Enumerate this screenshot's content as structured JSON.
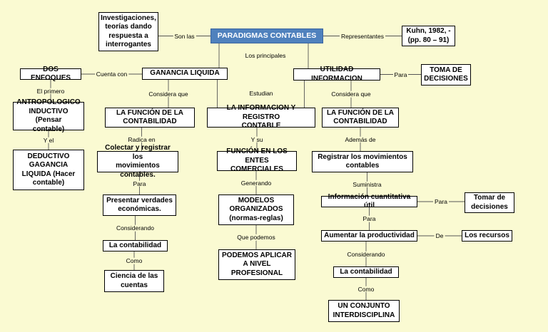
{
  "diagram": {
    "nodes": [
      {
        "id": "paradigmas",
        "text": "PARADIGMAS CONTABLES"
      },
      {
        "id": "investigaciones",
        "text": "Investigaciones,\nteorías dando\nrespuesta a\ninterrogantes"
      },
      {
        "id": "kuhn",
        "text": "Kuhn, 1982, -\n(pp. 80 – 91)"
      },
      {
        "id": "dos_enfoques",
        "text": "DOS ENFOQUES"
      },
      {
        "id": "ganancia",
        "text": "GANANCIA LIQUIDA"
      },
      {
        "id": "utilidad",
        "text": "UTILIDAD INFORMACION"
      },
      {
        "id": "toma1",
        "text": "TOMA DE\nDECISIONES"
      },
      {
        "id": "antropologico",
        "text": "ANTROPOLOGICO\nINDUCTIVO (Pensar\ncontable)"
      },
      {
        "id": "deductivo",
        "text": "DEDUCTIVO\nGAGANCIA\nLIQUIDA (Hacer\ncontable)"
      },
      {
        "id": "funcion_l",
        "text": "LA FUNCIÓN DE LA\nCONTABILIDAD"
      },
      {
        "id": "colectar",
        "text": "Colectar y registrar los\nmovimientos contables."
      },
      {
        "id": "presentar",
        "text": "Presentar verdades\neconómicas."
      },
      {
        "id": "contab_l",
        "text": "La contabilidad"
      },
      {
        "id": "ciencia",
        "text": "Ciencia de las\ncuentas"
      },
      {
        "id": "info_reg",
        "text": "LA INFORMACION Y REGISTRO\nCONTABLE"
      },
      {
        "id": "funcion_entes",
        "text": "FUNCIÓN EN LOS\nENTES COMERCIALES"
      },
      {
        "id": "modelos",
        "text": "MODELOS\nORGANIZADOS\n(normas-reglas)"
      },
      {
        "id": "podemos",
        "text": "PODEMOS APLICAR\nA NIVEL\nPROFESIONAL"
      },
      {
        "id": "funcion_r",
        "text": "LA FUNCIÓN DE LA\nCONTABILIDAD"
      },
      {
        "id": "registrar",
        "text": "Registrar los movimientos\ncontables"
      },
      {
        "id": "info_cuant",
        "text": "Información cuantitativa útil"
      },
      {
        "id": "tomar",
        "text": "Tomar de\ndecisiones"
      },
      {
        "id": "aumentar",
        "text": "Aumentar la productividad"
      },
      {
        "id": "recursos",
        "text": "Los recursos"
      },
      {
        "id": "contab_r",
        "text": "La contabilidad"
      },
      {
        "id": "conjunto",
        "text": "UN CONJUNTO\nINTERDISCIPLINA"
      }
    ],
    "edges": [
      {
        "from": "investigaciones",
        "to": "paradigmas",
        "label": "Son las"
      },
      {
        "from": "paradigmas",
        "to": "kuhn",
        "label": "Representantes"
      },
      {
        "from": "paradigmas",
        "to": "ganancia",
        "label": "Los principales"
      },
      {
        "from": "paradigmas",
        "to": "utilidad",
        "label": ""
      },
      {
        "from": "dos_enfoques",
        "to": "ganancia",
        "label": "Cuenta con"
      },
      {
        "from": "utilidad",
        "to": "toma1",
        "label": "Para"
      },
      {
        "from": "ganancia",
        "to": "info_reg",
        "label": "Estudian"
      },
      {
        "from": "utilidad",
        "to": "info_reg",
        "label": ""
      },
      {
        "from": "dos_enfoques",
        "to": "antropologico",
        "label": "El primero"
      },
      {
        "from": "antropologico",
        "to": "deductivo",
        "label": "Y el"
      },
      {
        "from": "ganancia",
        "to": "funcion_l",
        "label": "Considera que"
      },
      {
        "from": "funcion_l",
        "to": "colectar",
        "label": "Radica en"
      },
      {
        "from": "colectar",
        "to": "presentar",
        "label": "Para"
      },
      {
        "from": "presentar",
        "to": "contab_l",
        "label": "Considerando"
      },
      {
        "from": "contab_l",
        "to": "ciencia",
        "label": "Como"
      },
      {
        "from": "info_reg",
        "to": "funcion_entes",
        "label": "Y su"
      },
      {
        "from": "funcion_entes",
        "to": "modelos",
        "label": "Generando"
      },
      {
        "from": "modelos",
        "to": "podemos",
        "label": "Que  podemos"
      },
      {
        "from": "utilidad",
        "to": "funcion_r",
        "label": "Considera que"
      },
      {
        "from": "funcion_r",
        "to": "registrar",
        "label": "Además de"
      },
      {
        "from": "registrar",
        "to": "info_cuant",
        "label": "Suministra"
      },
      {
        "from": "info_cuant",
        "to": "tomar",
        "label": "Para"
      },
      {
        "from": "info_cuant",
        "to": "aumentar",
        "label": "Para"
      },
      {
        "from": "aumentar",
        "to": "recursos",
        "label": "De"
      },
      {
        "from": "aumentar",
        "to": "contab_r",
        "label": "Considerando"
      },
      {
        "from": "contab_r",
        "to": "conjunto",
        "label": "Como"
      }
    ]
  },
  "colors": {
    "background": "#fafad2",
    "title_fill": "#4f81bd",
    "title_text": "#ffffff",
    "box_fill": "#ffffff",
    "line": "#555555"
  }
}
